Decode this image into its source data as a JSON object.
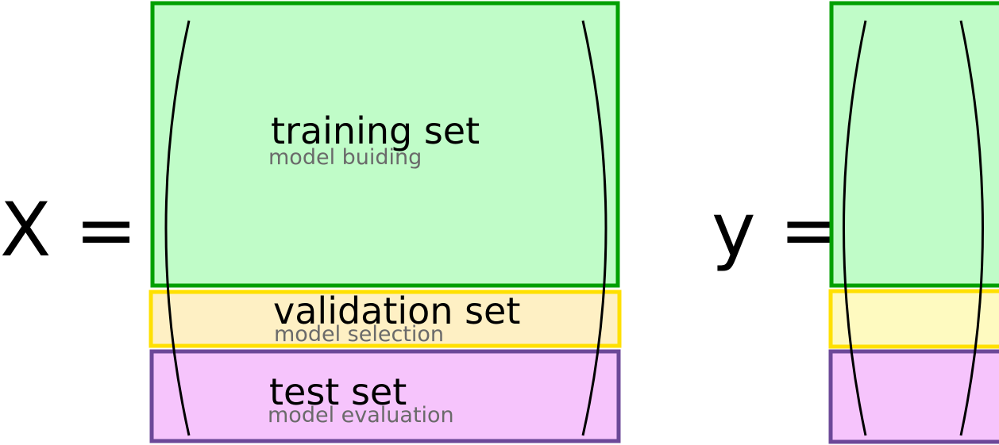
{
  "colors": {
    "training_fill": "#c0fcc8",
    "training_stroke": "#00a000",
    "validation_fill_x": "#fef0c4",
    "validation_fill_y": "#fefac0",
    "validation_stroke": "#ffe000",
    "test_fill": "#f6c4fc",
    "test_stroke": "#6c4898",
    "subtitle_text": "#6a6a6a"
  },
  "x_matrix": {
    "label": "X =",
    "training": {
      "title": "training set",
      "subtitle": "model buiding"
    },
    "validation": {
      "title": "validation set",
      "subtitle": "model selection"
    },
    "test": {
      "title": "test set",
      "subtitle": "model evaluation"
    }
  },
  "y_vector": {
    "label": "y ="
  }
}
